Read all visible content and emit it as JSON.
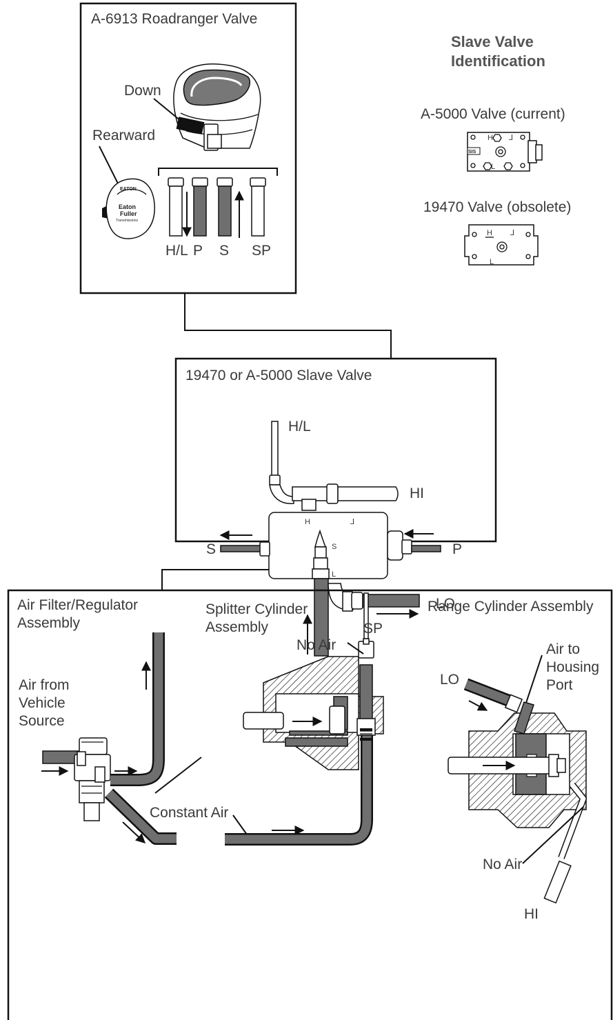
{
  "roadranger": {
    "title": "A-6913 Roadranger Valve",
    "down_label": "Down",
    "rearward_label": "Rearward",
    "ports": [
      "H/L",
      "P",
      "S",
      "SP"
    ],
    "knob_brand_line1": "Eaton",
    "knob_brand_line2": "Fuller",
    "knob_brand_line3": "Transmissions"
  },
  "identification": {
    "heading_line1": "Slave Valve",
    "heading_line2": "Identification",
    "current_label": "A-5000 Valve (current)",
    "obsolete_label": "19470 Valve (obsolete)"
  },
  "slave_valve": {
    "title": "19470 or A-5000 Slave Valve",
    "hl": "H/L",
    "hi": "HI",
    "s": "S",
    "p": "P",
    "lo": "LO",
    "port_h": "H",
    "port_s": "S",
    "port_l": "L"
  },
  "lower": {
    "air_filter_line1": "Air Filter/Regulator",
    "air_filter_line2": "Assembly",
    "splitter_line1": "Splitter Cylinder",
    "splitter_line2": "Assembly",
    "range_cyl": "Range Cylinder Assembly",
    "sp": "SP",
    "no_air_splitter": "No Air",
    "air_from_line1": "Air from",
    "air_from_line2": "Vehicle",
    "air_from_line3": "Source",
    "constant_air": "Constant Air",
    "lo": "LO",
    "air_to_line1": "Air to",
    "air_to_line2": "Housing",
    "air_to_line3": "Port",
    "no_air_range": "No Air",
    "hi": "HI"
  }
}
